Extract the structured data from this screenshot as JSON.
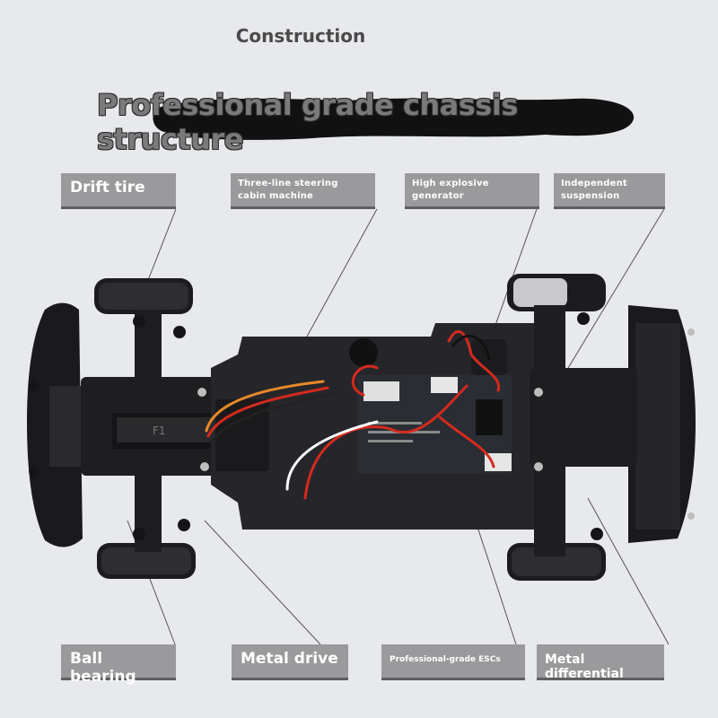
{
  "header": {
    "title": "Construction",
    "subtitle": "Professional grade chassis structure"
  },
  "labels": {
    "drift_tire": "Drift tire",
    "steering": "Three-line steering cabin machine",
    "generator": "High explosive generator",
    "suspension": "Independent suspension",
    "ball_bearing": "Ball bearing",
    "metal_drive": "Metal drive",
    "escs": "Professional-grade ESCs",
    "differential": "Metal differential"
  },
  "chassis_markings": {
    "steering_plate": "F1"
  },
  "colors": {
    "background": "#e8e9ec",
    "label_bg": "#9a9a9c",
    "chassis": "#1e1e20",
    "pcb": "#2a2d33",
    "wire_red": "#d42a1e",
    "wire_orange": "#e8892a"
  }
}
